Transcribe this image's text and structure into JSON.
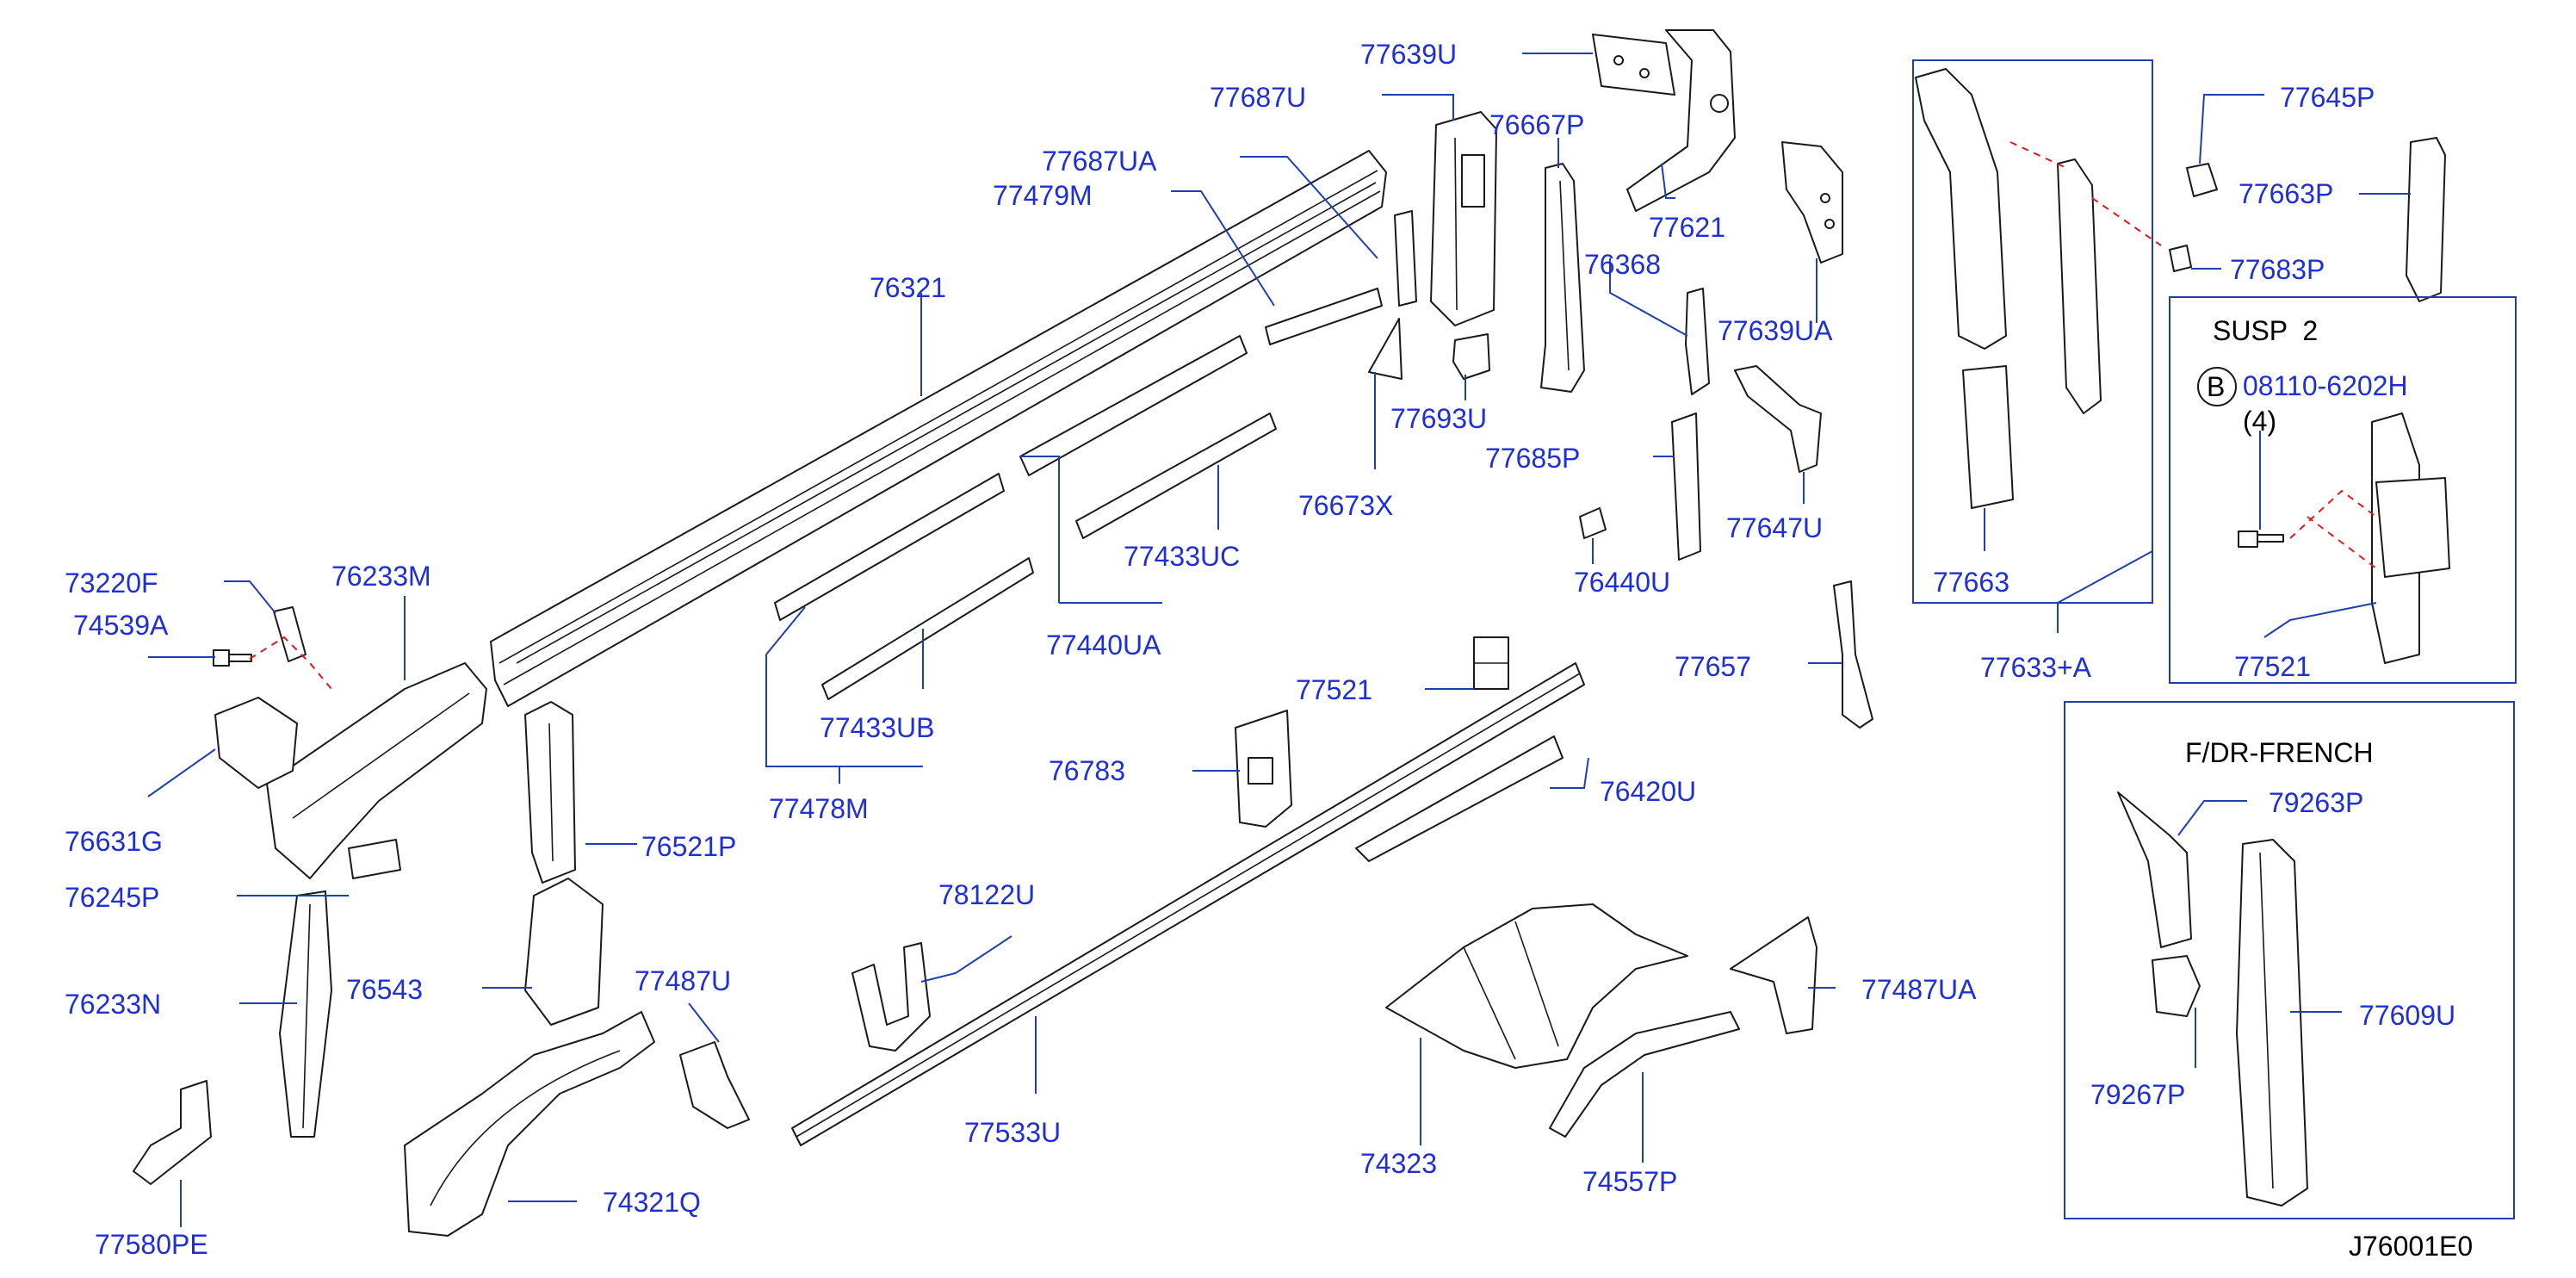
{
  "callouts": {
    "p77639U": "77639U",
    "p77687U": "77687U",
    "p76667P": "76667P",
    "p77687UA": "77687UA",
    "p77479M": "77479M",
    "p77621": "77621",
    "p76368": "76368",
    "p76321": "76321",
    "p77639UA": "77639UA",
    "p77693U": "77693U",
    "p77685P": "77685P",
    "p76673X": "76673X",
    "p77647U": "77647U",
    "p77433UC": "77433UC",
    "p76440U": "76440U",
    "p77440UA": "77440UA",
    "p73220F": "73220F",
    "p76233M": "76233M",
    "p74539A": "74539A",
    "p77433UB": "77433UB",
    "p77478M": "77478M",
    "p76631G": "76631G",
    "p77657": "77657",
    "p77521a": "77521",
    "p76783": "76783",
    "p76420U": "76420U",
    "p76521P": "76521P",
    "p76245P": "76245P",
    "p78122U": "78122U",
    "p76233N": "76233N",
    "p76543": "76543",
    "p77487U": "77487U",
    "p77487UA": "77487UA",
    "p77533U": "77533U",
    "p74323": "74323",
    "p77580PE": "77580PE",
    "p74321Q": "74321Q",
    "p74557P": "74557P",
    "p77645P": "77645P",
    "p77663P": "77663P",
    "p77683P": "77683P",
    "p77663": "77663",
    "p77633A": "77633+A",
    "p77521b": "77521",
    "p08110": "08110-6202H",
    "p79263P": "79263P",
    "p79267P": "79267P",
    "p77609U": "77609U"
  },
  "susp_box": {
    "title": "SUSP  2",
    "bolt_marker": "B",
    "bolt_quantity": "(4)"
  },
  "french_box": {
    "title": "F/DR-FRENCH"
  },
  "drawing_code": "J76001E0"
}
